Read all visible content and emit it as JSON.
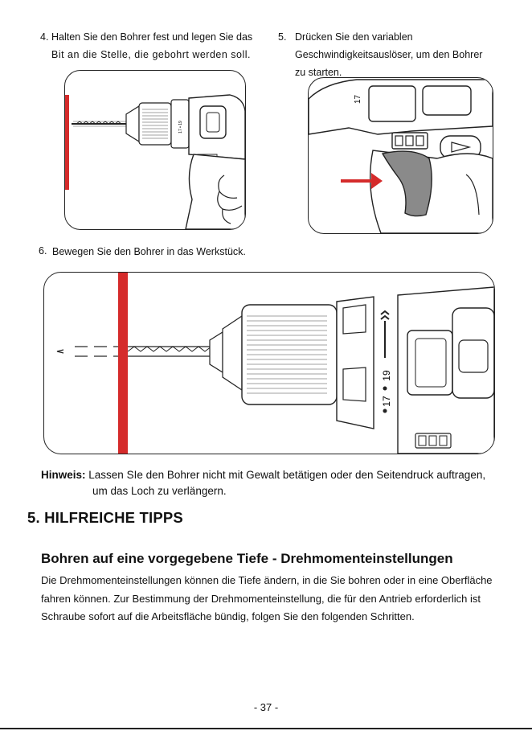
{
  "step4": {
    "number": "4.",
    "line1": "Halten Sie den Bohrer fest und legen Sie das",
    "line2": "Bit an die Stelle, die gebohrt werden soll."
  },
  "step5": {
    "number": "5.",
    "line1": "Drücken Sie den variablen",
    "line2": "Geschwindigkeitsauslöser, um den Bohrer",
    "line3": "zu starten."
  },
  "step6": {
    "number": "6.",
    "text": "Bewegen Sie den Bohrer in das Werkstück."
  },
  "note": {
    "label": "Hinweis:",
    "line1": "Lassen SIe den Bohrer nicht mit Gewalt betätigen oder den Seitendruck auftragen,",
    "line2": "um das Loch zu verlängern."
  },
  "section": {
    "title": "5. HILFREICHE TIPPS"
  },
  "subsection": {
    "title": "Bohren auf eine vorgegebene Tiefe - Drehmomenteinstellungen",
    "body": "Die Drehmomenteinstellungen können die Tiefe ändern, in die Sie bohren oder in eine Oberfläche fahren können. Zur Bestimmung der Drehmomenteinstellung, die für den Antrieb erforderlich ist Schraube sofort auf die Arbeitsfläche bündig, folgen Sie den folgenden Schritten."
  },
  "figure_labels": {
    "torque_17": "17",
    "torque_19": "19"
  },
  "page_number": "- 37 -",
  "colors": {
    "marker_red": "#d52b2b",
    "trigger_grey": "#8a8a8a",
    "line": "#222222"
  }
}
